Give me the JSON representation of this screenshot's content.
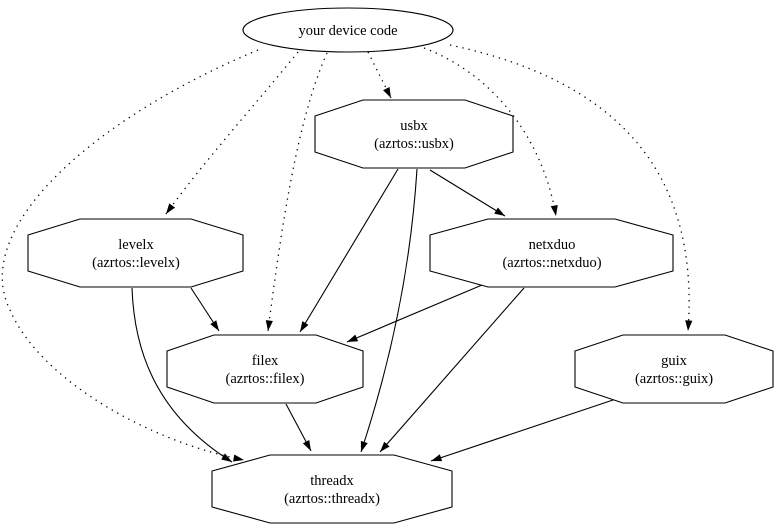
{
  "diagram": {
    "type": "dependency-graph",
    "colors": {
      "background": "#ffffff",
      "stroke": "#000000",
      "text": "#000000"
    },
    "nodes": {
      "device": {
        "shape": "ellipse",
        "label": "your device code",
        "sublabel": ""
      },
      "usbx": {
        "shape": "octagon",
        "label": "usbx",
        "sublabel": "(azrtos::usbx)"
      },
      "levelx": {
        "shape": "octagon",
        "label": "levelx",
        "sublabel": "(azrtos::levelx)"
      },
      "netxduo": {
        "shape": "octagon",
        "label": "netxduo",
        "sublabel": "(azrtos::netxduo)"
      },
      "filex": {
        "shape": "octagon",
        "label": "filex",
        "sublabel": "(azrtos::filex)"
      },
      "guix": {
        "shape": "octagon",
        "label": "guix",
        "sublabel": "(azrtos::guix)"
      },
      "threadx": {
        "shape": "octagon",
        "label": "threadx",
        "sublabel": "(azrtos::threadx)"
      }
    },
    "edges": [
      {
        "from": "your device code",
        "to": "usbx",
        "style": "dotted"
      },
      {
        "from": "your device code",
        "to": "levelx",
        "style": "dotted"
      },
      {
        "from": "your device code",
        "to": "netxduo",
        "style": "dotted"
      },
      {
        "from": "your device code",
        "to": "filex",
        "style": "dotted"
      },
      {
        "from": "your device code",
        "to": "guix",
        "style": "dotted"
      },
      {
        "from": "your device code",
        "to": "threadx",
        "style": "dotted"
      },
      {
        "from": "usbx",
        "to": "netxduo",
        "style": "solid"
      },
      {
        "from": "usbx",
        "to": "filex",
        "style": "solid"
      },
      {
        "from": "usbx",
        "to": "threadx",
        "style": "solid"
      },
      {
        "from": "levelx",
        "to": "filex",
        "style": "solid"
      },
      {
        "from": "levelx",
        "to": "threadx",
        "style": "solid"
      },
      {
        "from": "netxduo",
        "to": "filex",
        "style": "solid"
      },
      {
        "from": "netxduo",
        "to": "threadx",
        "style": "solid"
      },
      {
        "from": "filex",
        "to": "threadx",
        "style": "solid"
      },
      {
        "from": "guix",
        "to": "threadx",
        "style": "solid"
      }
    ]
  }
}
